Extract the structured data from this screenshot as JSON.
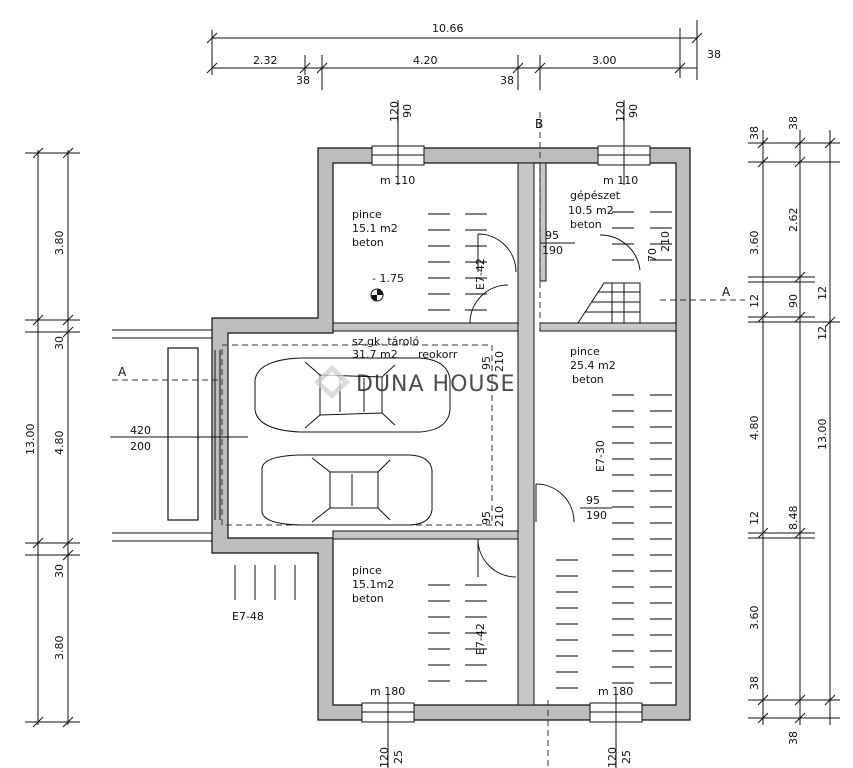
{
  "dimensions_top": {
    "total": "10.66",
    "seg_left": "2.32",
    "seg_mid": "4.20",
    "seg_right": "3.00",
    "wall_right": "38",
    "tick_a": "38",
    "tick_b": "38"
  },
  "dimensions_left": {
    "total": "13.00",
    "top": "3.80",
    "wall_top": "30",
    "middle": "4.80",
    "wall_bottom": "30",
    "bottom": "3.80"
  },
  "dimensions_right": {
    "total": "13.00",
    "top_wall": "38",
    "top_wall_b": "38",
    "r1": "2.62",
    "r1b": "3.60",
    "r2a": "12",
    "r2b": "90",
    "r2c": "12",
    "r3": "4.80",
    "r3b": "12",
    "r4": "8.48",
    "r5": "3.60",
    "bottom_wall": "38",
    "bottom_wall_b": "38"
  },
  "windows": {
    "top_left": {
      "w": "120",
      "h": "90",
      "m": "m 110"
    },
    "top_right": {
      "w": "120",
      "h": "90",
      "m": "m 110"
    },
    "bottom_left": {
      "w": "120",
      "h": "25",
      "m": "m 180"
    },
    "bottom_right": {
      "w": "120",
      "h": "25",
      "m": "m 180"
    }
  },
  "rooms": {
    "pince_nw": {
      "name": "pince",
      "area": "15.1  m2",
      "floor": "beton"
    },
    "gepeszet": {
      "name": "gépészet",
      "area": "10.5  m2",
      "floor": "beton"
    },
    "garage": {
      "name": "sz.gk. tároló",
      "area": "31.7  m2",
      "floor": "reokorr"
    },
    "pince_e": {
      "name": "pince",
      "area": "25.4  m2",
      "floor": "beton"
    },
    "pince_sw": {
      "name": "pince",
      "area": "15.1m2",
      "floor": "beton"
    }
  },
  "doors": {
    "d1": {
      "w": "95",
      "h": "190"
    },
    "d2": {
      "w": "95",
      "h": "210"
    },
    "d3": {
      "w": "95",
      "h": "190"
    },
    "d4": {
      "w": "95",
      "h": "210"
    },
    "stair": {
      "w": "70",
      "h": "210"
    }
  },
  "labels": {
    "level": "- 1.75",
    "wall_e742_a": "E7-42",
    "wall_e730": "E7-30",
    "wall_e742_b": "E7-42",
    "wall_e748": "E7-48",
    "gate_w": "420",
    "gate_h": "200",
    "section_a_left": "A",
    "section_a_right": "A",
    "section_b": "B"
  },
  "watermark": {
    "text": "DUNA HOUSE"
  }
}
